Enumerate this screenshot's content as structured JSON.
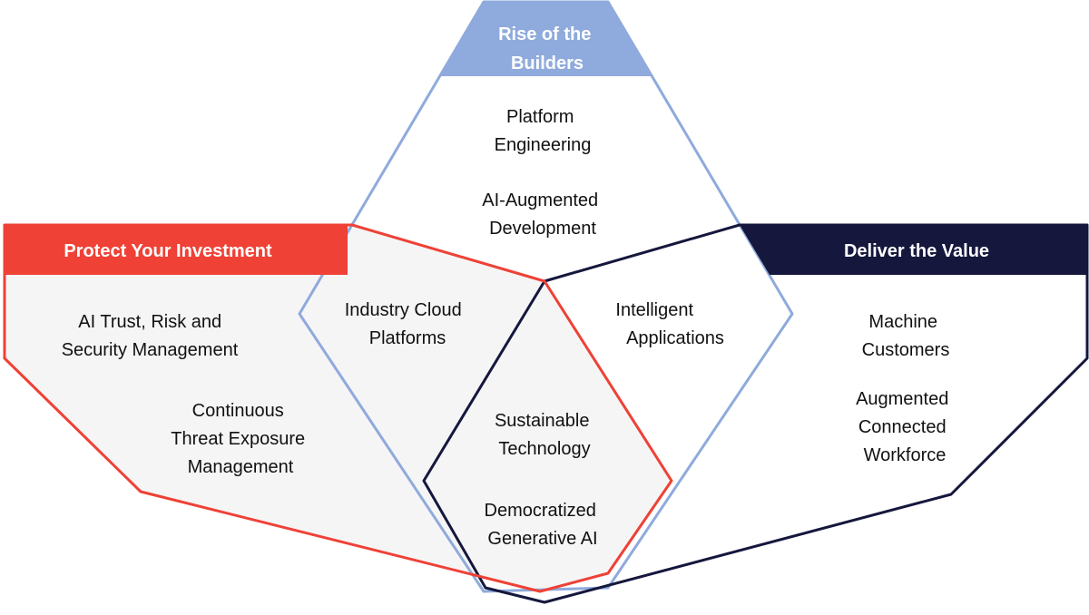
{
  "groups": {
    "builders": {
      "title": [
        "Rise of the",
        "Builders"
      ],
      "color": "#8FAADC",
      "items": [
        [
          "Platform",
          "Engineering"
        ],
        [
          "AI-Augmented",
          "Development"
        ]
      ]
    },
    "protect": {
      "title": [
        "Protect Your Investment"
      ],
      "color": "#EF4136",
      "items": [
        [
          "AI Trust, Risk and",
          "Security Management"
        ],
        [
          "Continuous",
          "Threat Exposure",
          "Management"
        ]
      ]
    },
    "deliver": {
      "title": [
        "Deliver the Value"
      ],
      "color": "#15173D",
      "items": [
        [
          "Machine",
          "Customers"
        ],
        [
          "Augmented",
          "Connected",
          "Workforce"
        ]
      ]
    }
  },
  "overlaps": {
    "industry_cloud": [
      "Industry Cloud",
      "Platforms"
    ],
    "intelligent_apps": [
      "Intelligent",
      "Applications"
    ],
    "center": [
      [
        "Sustainable",
        "Technology"
      ],
      [
        "Democratized",
        "Generative AI"
      ]
    ]
  }
}
